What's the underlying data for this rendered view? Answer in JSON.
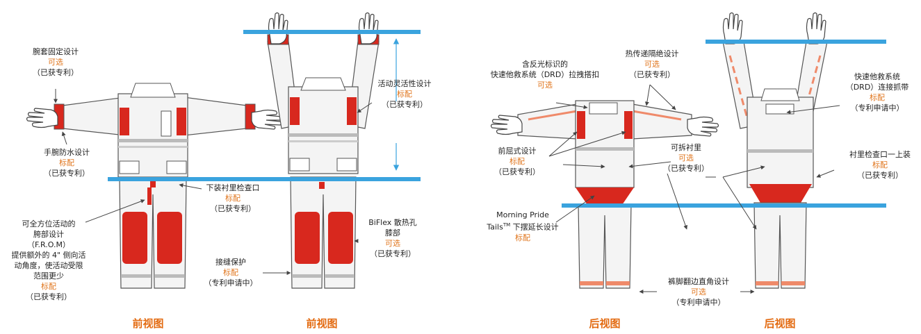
{
  "colors": {
    "accent": "#e36b12",
    "guide": "#3aa3de",
    "suit_red": "#d8281e"
  },
  "views": {
    "front1": "前视图",
    "front2": "前视图",
    "back1": "后视图",
    "back2": "后视图"
  },
  "labels": {
    "cuff": {
      "l1": "腕套固定设计",
      "l2": "可选",
      "l3": "（已获专利）"
    },
    "wrist": {
      "l1": "手腕防水设计",
      "l2": "标配",
      "l3": "（已获专利）"
    },
    "crotch": {
      "l1": "可全方位活动的",
      "l2": "胯部设计",
      "l3": "（F.R.O.M）",
      "l4": "提供额外的 4\" 侧向活",
      "l5": "动角度，使活动受限",
      "l6": "范围更少",
      "l7": "标配",
      "l8": "（已获专利）"
    },
    "inspect_lower": {
      "l1": "下装衬里检查口",
      "l2": "标配",
      "l3": "（已获专利）"
    },
    "mobility": {
      "l1": "活动灵活性设计",
      "l2": "标配",
      "l3": "（已获专利）"
    },
    "biflex": {
      "l1": "BiFlex 散热孔",
      "l2": "膝部",
      "l3": "可选",
      "l4": "（已获专利）"
    },
    "seam": {
      "l1": "接缝保护",
      "l2": "标配",
      "l3": "（专利申请中）"
    },
    "drd_pull": {
      "l1": "含反光标识的",
      "l2": "快速他救系统（DRD）拉拽搭扣",
      "l3": "可选"
    },
    "thermal": {
      "l1": "热传递隔绝设计",
      "l2": "可选",
      "l3": "（已获专利）"
    },
    "drd_strap": {
      "l1": "快速他救系统",
      "l2": "（DRD）连接抓带",
      "l3": "标配",
      "l4": "（专利申请中）"
    },
    "bend": {
      "l1": "前屈式设计",
      "l2": "标配",
      "l3": "（已获专利）"
    },
    "liner": {
      "l1": "可拆衬里",
      "l2": "可选",
      "l3": "（已获专利）"
    },
    "inspect_upper": {
      "l1": "衬里检查口一上装",
      "l2": "标配",
      "l3": "（已获专利）"
    },
    "tails": {
      "l1": "Morning Pride",
      "l2a": "Tails",
      "l2sup": "TM",
      "l2b": " 下摆延长设计",
      "l3": "标配"
    },
    "hem": {
      "l1": "裤脚翻边直角设计",
      "l2": "可选",
      "l3": "（专利申请中）"
    }
  }
}
